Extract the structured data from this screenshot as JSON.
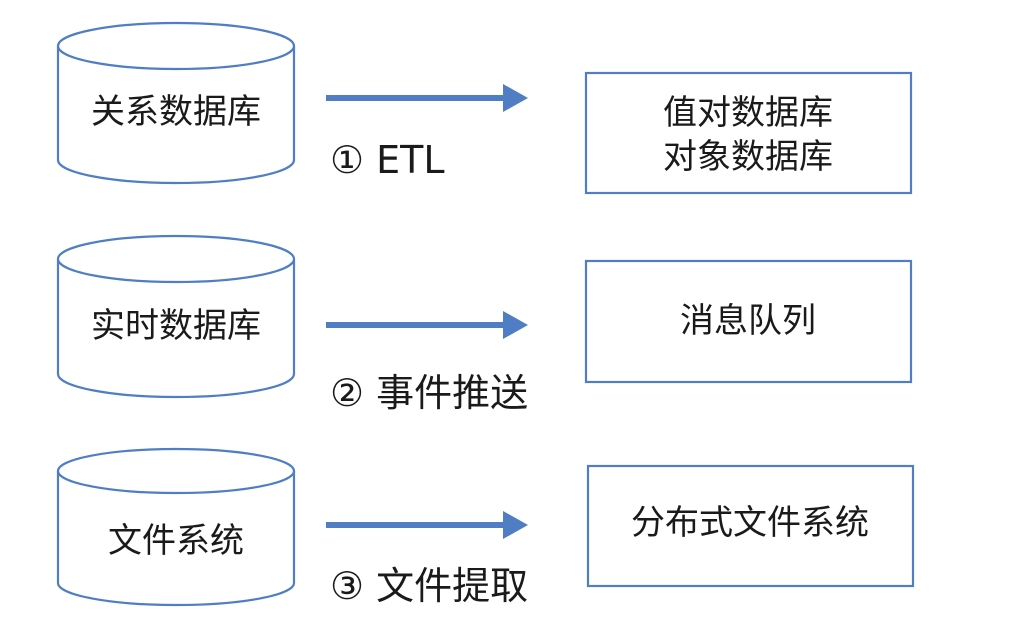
{
  "colors": {
    "stroke": "#4f7ec4",
    "arrow": "#4f7ec4",
    "text": "#1a1a1a",
    "background": "#ffffff"
  },
  "flows": [
    {
      "source": "关系数据库",
      "label": "① ETL",
      "target_lines": [
        "值对数据库",
        "对象数据库"
      ]
    },
    {
      "source": "实时数据库",
      "label": "② 事件推送",
      "target_lines": [
        "消息队列"
      ]
    },
    {
      "source": "文件系统",
      "label": "③ 文件提取",
      "target_lines": [
        "分布式文件系统"
      ]
    }
  ]
}
